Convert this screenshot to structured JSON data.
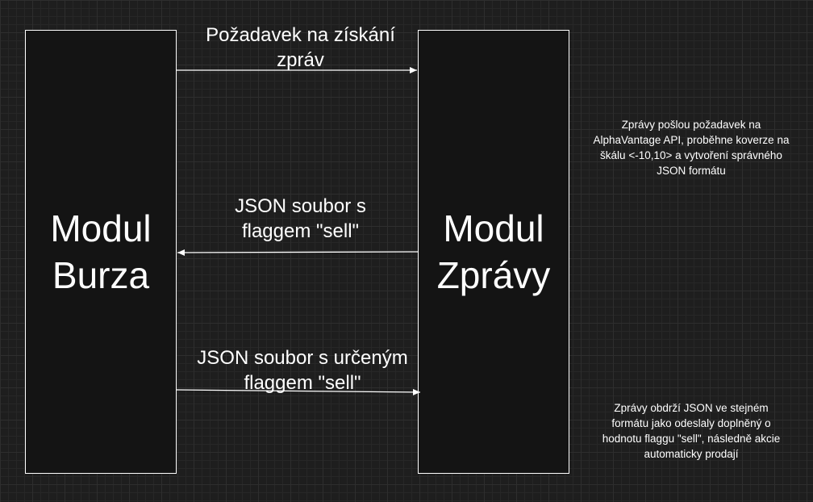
{
  "modules": {
    "burza": "Modul\nBurza",
    "zpravy": "Modul\nZprávy"
  },
  "edges": {
    "request": "Požadavek na získání\nzpráv",
    "json_response": "JSON soubor s\nflaggem \"sell\"",
    "json_return": "JSON soubor s určeným\nflaggem \"sell\""
  },
  "notes": {
    "note1": "Zprávy pošlou požadavek na\nAlphaVantage API, proběhne koverze na\nškálu <-10,10> a vytvoření správného\nJSON formátu",
    "note2": "Zprávy obdrží JSON ve stejném\nformátu jako odeslaly doplněný o\nhodnotu flaggu \"sell\", následně akcie\nautomaticky prodají"
  },
  "colors": {
    "background": "#1e1e1e",
    "box_fill": "#141414",
    "stroke": "#ffffff"
  }
}
